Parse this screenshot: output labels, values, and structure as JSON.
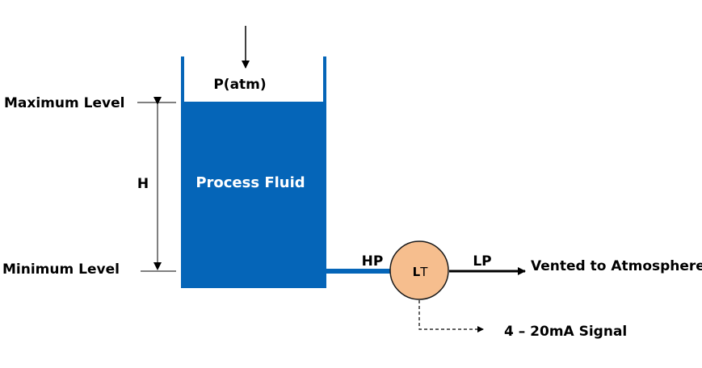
{
  "labels": {
    "pressure": "P(atm)",
    "max_level": "Maximum Level",
    "min_level": "Minimum Level",
    "height": "H",
    "fluid": "Process Fluid",
    "hp": "HP",
    "lp": "LP",
    "transmitter_bold": "L",
    "transmitter_rest": "T",
    "vented": "Vented to Atmosphere",
    "signal": "4 – 20mA Signal"
  },
  "colors": {
    "fluid": "#0565B8",
    "transmitter_fill": "#F6BE8E",
    "transmitter_stroke": "#1a1a1a",
    "line": "#000000"
  }
}
